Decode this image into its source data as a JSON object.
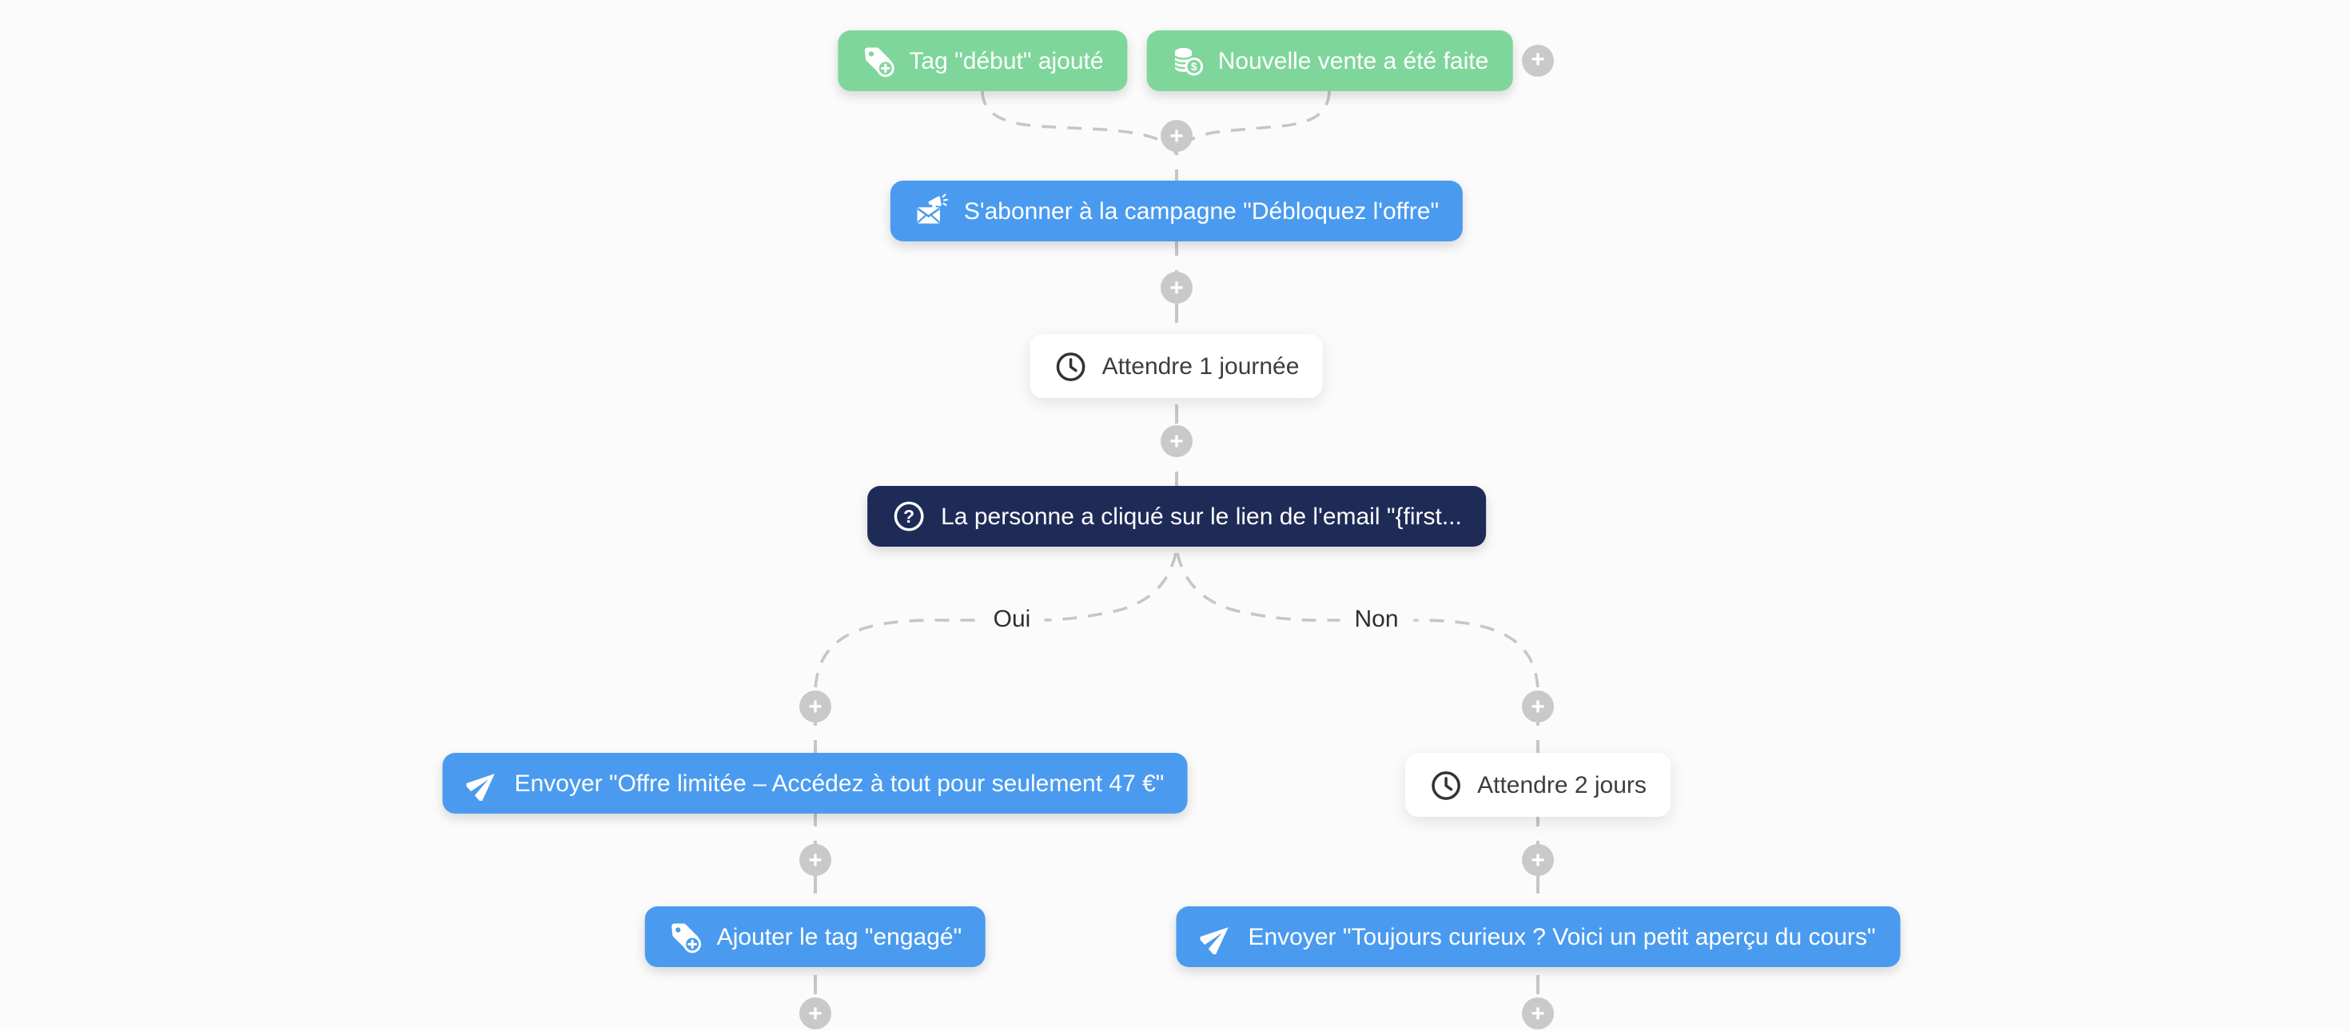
{
  "workflow": {
    "colors": {
      "canvas": "#fbfbfb",
      "trigger": "#7fd69b",
      "action": "#4a9bef",
      "condition": "#1f2b57",
      "wait_bg": "#ffffff",
      "connector": "#c6c6c6",
      "plus_bg": "#c9c9c9",
      "text_dark": "#3d3d3d"
    },
    "triggers": [
      {
        "label": "Tag \"début\" ajouté",
        "icon": "tag-plus-icon"
      },
      {
        "label": "Nouvelle vente a été faite",
        "icon": "coins-dollar-icon"
      }
    ],
    "add_trigger_button": {
      "icon": "plus-icon"
    },
    "add_step_buttons_icon": "plus-icon",
    "steps": {
      "subscribe_campaign": {
        "type": "action",
        "label": "S'abonner à la campagne \"Débloquez l'offre\"",
        "icon": "campaign-email-icon"
      },
      "wait_1": {
        "type": "wait",
        "label": "Attendre 1 journée",
        "icon": "clock-icon"
      },
      "condition_click": {
        "type": "condition",
        "label": "La personne a cliqué sur le lien de l'email \"{first...",
        "icon": "question-icon"
      },
      "send_offer": {
        "type": "action",
        "label": "Envoyer \"Offre limitée – Accédez à tout pour seulement 47 €\"",
        "icon": "send-icon"
      },
      "add_tag": {
        "type": "action",
        "label": "Ajouter le tag \"engagé\"",
        "icon": "tag-plus-icon"
      },
      "wait_2": {
        "type": "wait",
        "label": "Attendre 2 jours",
        "icon": "clock-icon"
      },
      "send_curious": {
        "type": "action",
        "label": "Envoyer \"Toujours curieux ? Voici un petit aperçu du cours\"",
        "icon": "send-icon"
      }
    },
    "branch_labels": {
      "yes": "Oui",
      "no": "Non"
    }
  }
}
